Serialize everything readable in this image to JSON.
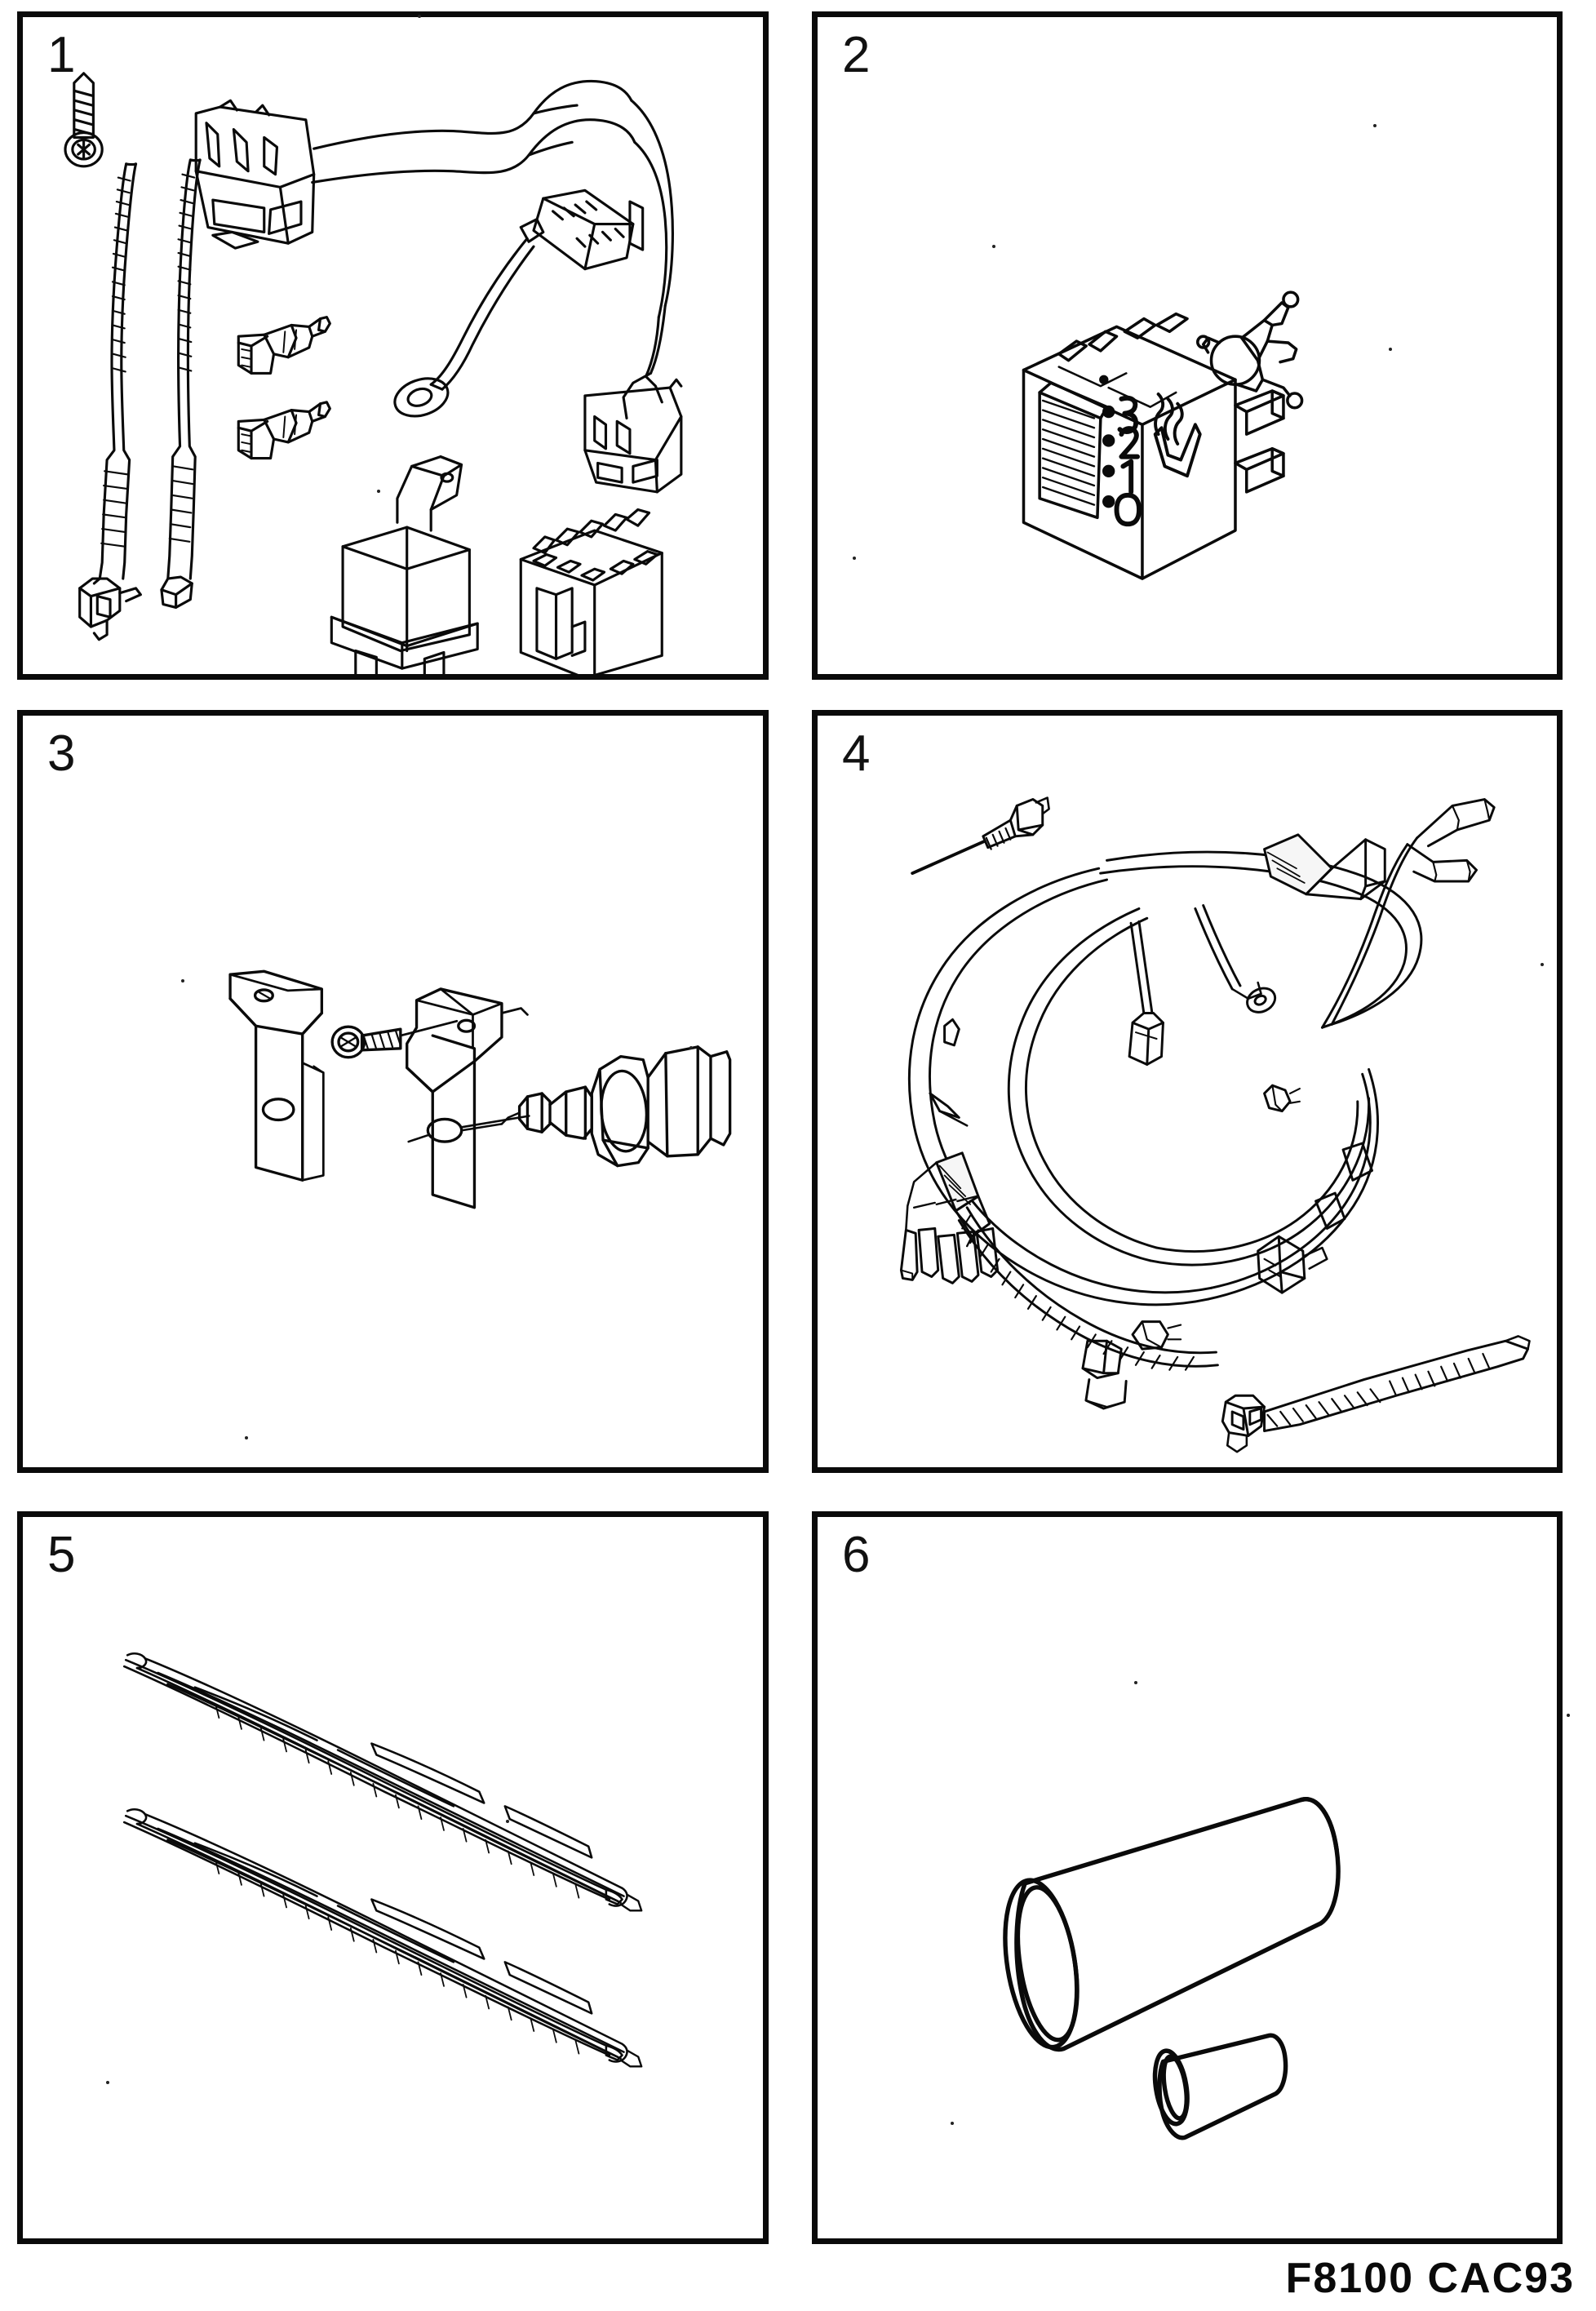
{
  "document": {
    "type": "parts-illustration-sheet",
    "footer_code": "F8100 CAC93",
    "panel_count": 6,
    "ink_color": "#0a0a0a",
    "paper_color": "#ffffff"
  },
  "panels": [
    {
      "number": "1",
      "contents": [
        "torx-pan-head-screw",
        "cable-tie-with-clip",
        "cable-tie-with-clip",
        "bullet-connector-terminal",
        "bullet-connector-terminal",
        "multi-pin-connector-housing",
        "wiring-harness-with-ring-terminal",
        "flat-ribbon-connector",
        "relay",
        "relay-socket-fuse-box"
      ]
    },
    {
      "number": "2",
      "contents": [
        "seat-heater-rotary-switch",
        "bulb-holder-lamp"
      ],
      "switch": {
        "positions": [
          "3",
          "2",
          "1",
          "0"
        ],
        "symbol": "seat-heating-icon",
        "knob": "thumbwheel"
      }
    },
    {
      "number": "3",
      "contents": [
        "mounting-bracket-left",
        "self-tapping-screw",
        "mounting-bracket-right",
        "temperature-sensor-switch"
      ]
    },
    {
      "number": "4",
      "contents": [
        "grommet-pin",
        "coiled-wiring-harness-loom",
        "spade-terminals-bundle",
        "ring-terminal",
        "connector-block",
        "corrugated-conduit-sleeve",
        "cable-tie-with-mount"
      ]
    },
    {
      "number": "5",
      "contents": [
        "windscreen-wiper-blade",
        "windscreen-wiper-blade"
      ]
    },
    {
      "number": "6",
      "contents": [
        "large-heat-shrink-sleeve",
        "small-heat-shrink-sleeve"
      ]
    }
  ]
}
